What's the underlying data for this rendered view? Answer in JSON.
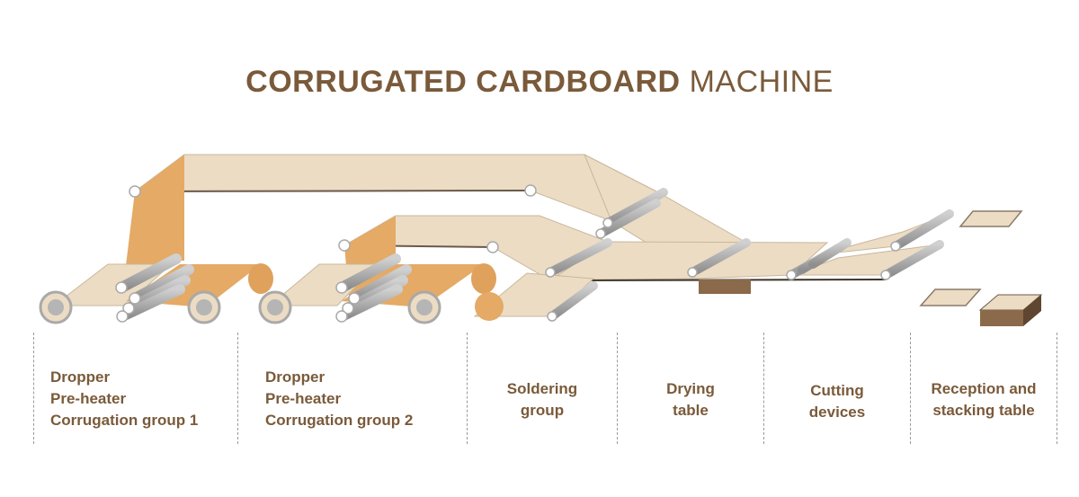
{
  "title": {
    "bold": "CORRUGATED CARDBOARD",
    "light": "MACHINE"
  },
  "colors": {
    "title": "#7a5a3a",
    "sheet": "#ecdcc4",
    "sheet_edge": "#6a5a4a",
    "orange": "#e4aa66",
    "roller": "#a9a9a9",
    "stack": "#8a6a4a"
  },
  "stages": [
    {
      "lines": [
        "Dropper",
        "Pre-heater",
        "Corrugation group 1"
      ]
    },
    {
      "lines": [
        "Dropper",
        "Pre-heater",
        "Corrugation group 2"
      ]
    },
    {
      "lines": [
        "Soldering",
        "group"
      ]
    },
    {
      "lines": [
        "Drying",
        "table"
      ]
    },
    {
      "lines": [
        "Cutting",
        "devices"
      ]
    },
    {
      "lines": [
        "Reception and",
        "stacking table"
      ]
    }
  ]
}
